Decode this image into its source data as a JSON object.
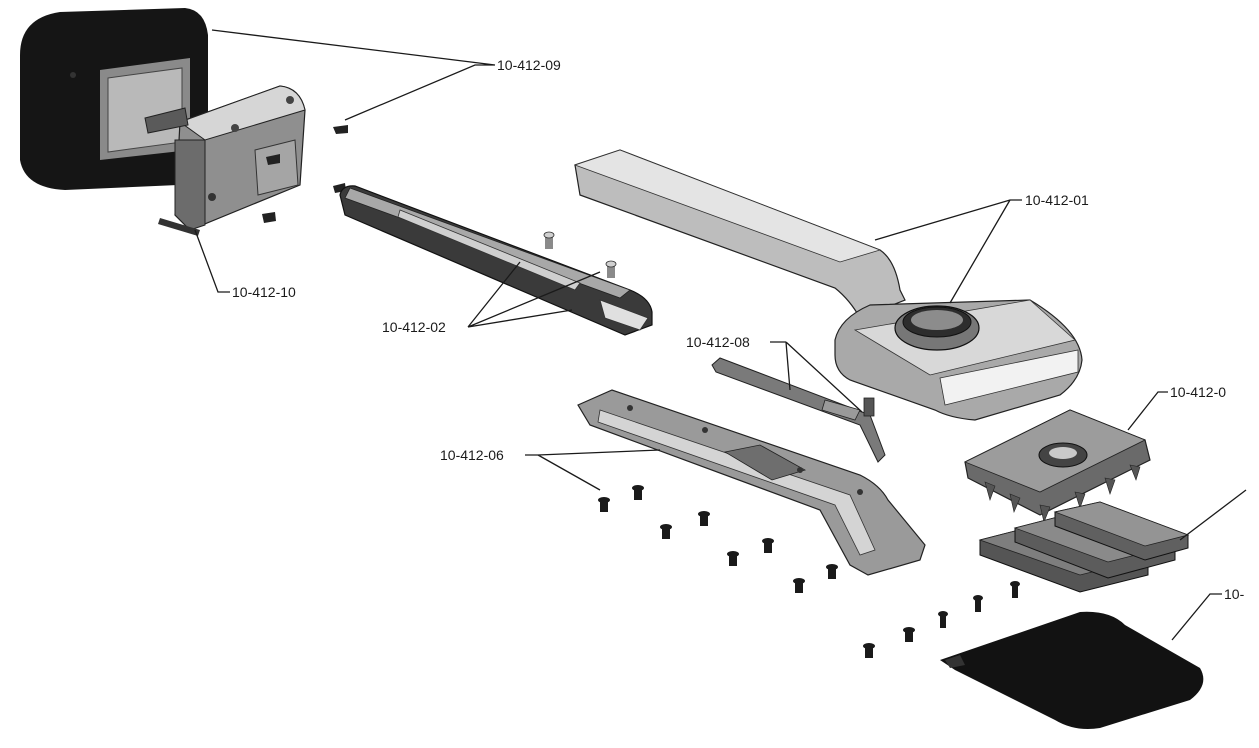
{
  "callouts": [
    {
      "id": "09",
      "text": "10-412-09"
    },
    {
      "id": "01",
      "text": "10-412-01"
    },
    {
      "id": "10",
      "text": "10-412-10"
    },
    {
      "id": "02",
      "text": "10-412-02"
    },
    {
      "id": "08",
      "text": "10-412-08"
    },
    {
      "id": "07",
      "text": "10-412-0"
    },
    {
      "id": "06",
      "text": "10-412-06"
    },
    {
      "id": "11",
      "text": "10-"
    }
  ],
  "colors": {
    "dark_part": "#141414",
    "grey_part": "#6a6a6a",
    "light_part": "#c8c8c8",
    "highlight": "#eeeeee",
    "line": "#1a1a1a"
  }
}
